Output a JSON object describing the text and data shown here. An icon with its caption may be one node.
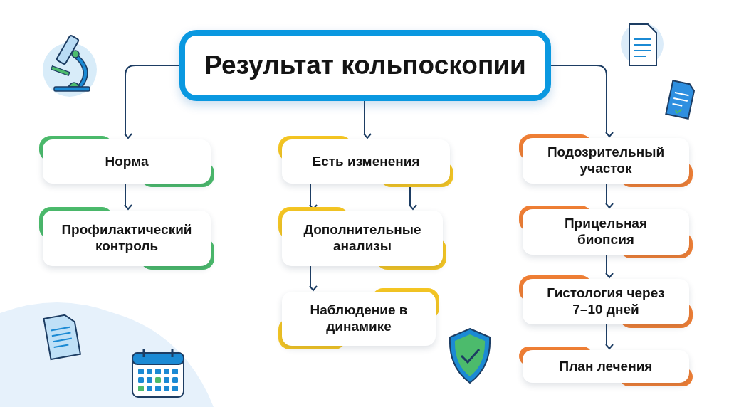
{
  "diagram": {
    "nodes": [
      {
        "text": [
          "Результат кольпоскопии"
        ]
      },
      {
        "text": [
          "Норма"
        ]
      },
      {
        "text": [
          "Профилактический контроль"
        ]
      },
      {
        "text": [
          "Есть изменения"
        ]
      },
      {
        "text": [
          "Дополнительные анализы"
        ]
      },
      {
        "text": [
          "Наблюдение в динамике"
        ]
      },
      {
        "text": [
          "Подозрительный участок"
        ]
      },
      {
        "text": [
          "Прицельная биопсия"
        ]
      },
      {
        "text": [
          "Гистология через 7–10 дней"
        ]
      },
      {
        "text": [
          "План лечения"
        ]
      }
    ],
    "edges": [
      {
        "from": 0,
        "to": 1,
        "arrow": "to"
      },
      {
        "from": 0,
        "to": 3,
        "arrow": "to"
      },
      {
        "from": 0,
        "to": 6,
        "arrow": "to"
      },
      {
        "from": 1,
        "to": 2,
        "arrow": "to"
      },
      {
        "from": 3,
        "to": 4,
        "arrow": "to"
      },
      {
        "from": 3,
        "to": 4,
        "arrow": "to"
      },
      {
        "from": 4,
        "to": 5,
        "arrow": "to"
      },
      {
        "from": 6,
        "to": 7,
        "arrow": "to"
      },
      {
        "from": 7,
        "to": 8,
        "arrow": "to"
      },
      {
        "from": 8,
        "to": 9,
        "arrow": "to"
      }
    ]
  }
}
